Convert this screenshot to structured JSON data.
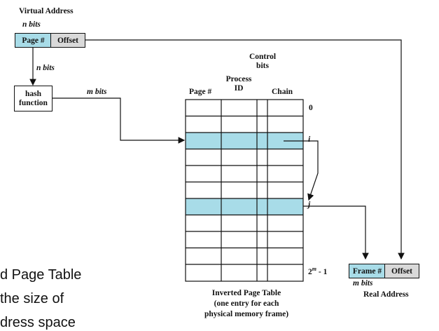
{
  "virtual_address": {
    "title": "Virtual Address",
    "bits_label": "n bits",
    "page_field": "Page #",
    "offset_field": "Offset"
  },
  "hash": {
    "input_bits": "n bits",
    "box_label": "hash function",
    "output_bits": "m bits"
  },
  "table": {
    "col_page": "Page #",
    "col_process": "Process ID",
    "col_control": "Control bits",
    "col_chain": "Chain",
    "row_first": "0",
    "row_i": "i",
    "row_j": "j",
    "row_last_base": "2",
    "row_last_exp": "m",
    "row_last_suffix": " - 1",
    "caption_line1": "Inverted Page Table",
    "caption_line2": "(one entry for each",
    "caption_line3": "physical memory frame)",
    "highlight_color": "#a8dce8"
  },
  "real_address": {
    "frame_field": "Frame #",
    "offset_field": "Offset",
    "bits_label": "m bits",
    "title": "Real Address"
  },
  "slide_text": {
    "line1": "d Page Table",
    "line2": "the size of",
    "line3": "dress space"
  }
}
